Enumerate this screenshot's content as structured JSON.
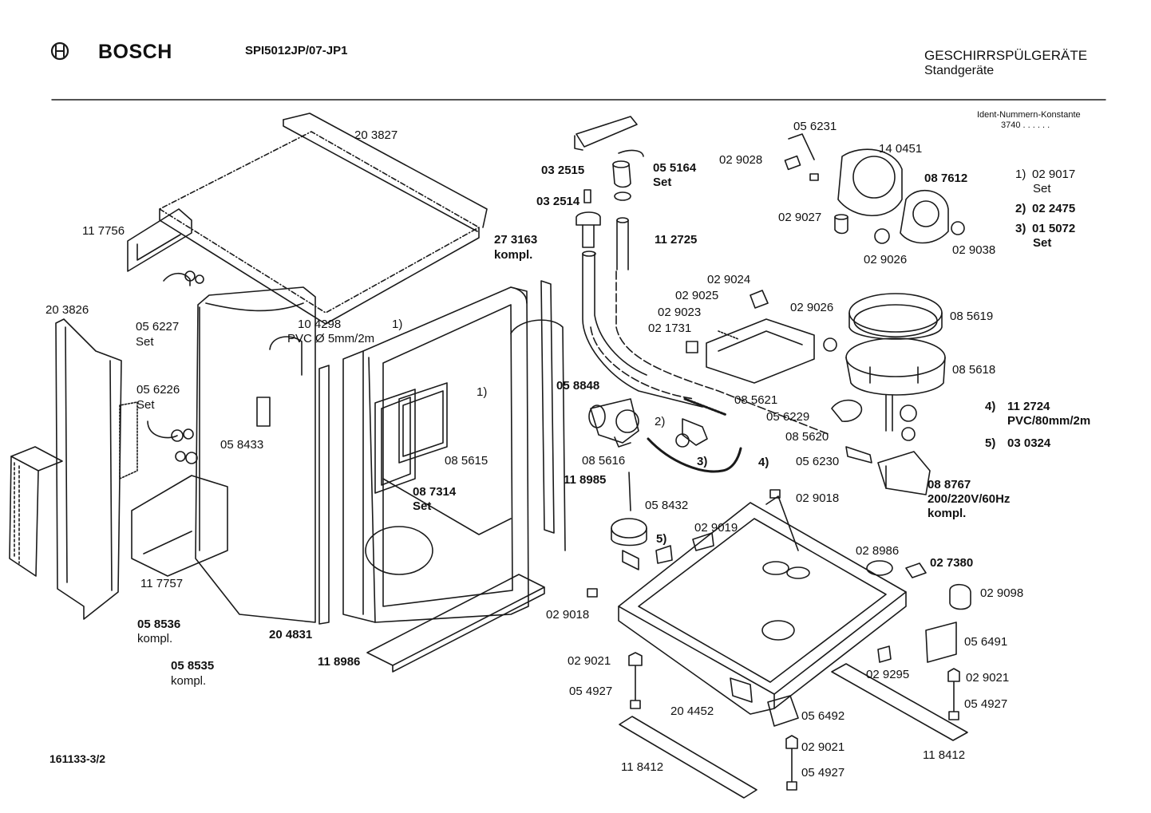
{
  "header": {
    "brand": "BOSCH",
    "model": "SPI5012JP/07-JP1",
    "category": "GESCHIRRSPÜLGERÄTE",
    "subcategory": "Standgeräte",
    "ident_label": "Ident-Nummern-Konstante",
    "ident_value": "3740  . .   . . . ."
  },
  "footer": {
    "doc_number": "161133-3/2"
  },
  "labels": {
    "l203827": "20 3827",
    "l117756": "11 7756",
    "l203826": "20 3826",
    "l056227": "05 6227",
    "l056227s": "Set",
    "l104298": "10 4298",
    "lpvc5": "PVC Ø 5mm/2m",
    "lref1a": "1)",
    "lref1b": "1)",
    "l056226": "05 6226",
    "l056226s": "Set",
    "l058433": "05 8433",
    "l085615": "08 5615",
    "l087314": "08 7314",
    "l087314s": "Set",
    "l117757": "11 7757",
    "l058536": "05 8536",
    "l058536k": "kompl.",
    "l058535": "05 8535",
    "l058535k": "kompl.",
    "l204831": "20 4831",
    "l118986": "11 8986",
    "l032515": "03 2515",
    "l032514": "03 2514",
    "l273163": "27 3163",
    "l273163k": "kompl.",
    "l055164": "05 5164",
    "l055164s": "Set",
    "l112725": "11 2725",
    "l058848": "05 8848",
    "l085616": "08 5616",
    "l118985": "11 8985",
    "l058432": "05 8432",
    "lref2": "2)",
    "lref3": "3)",
    "lref4": "4)",
    "lref5": "5)",
    "l029019": "02 9019",
    "l029018a": "02 9018",
    "l029018b": "02 9018",
    "l029021a": "02 9021",
    "l054927a": "05 4927",
    "l204452": "20 4452",
    "l118412a": "11 8412",
    "l029021b": "02 9021",
    "l054927b": "05 4927",
    "l056492": "05 6492",
    "l029295": "02 9295",
    "l029021c": "02 9021",
    "l054927c": "05 4927",
    "l118412b": "11 8412",
    "l056491": "05 6491",
    "l029098": "02 9098",
    "l028986": "02 8986",
    "l027380": "02 7380",
    "l088767": "08 8767",
    "l088767v": "200/220V/60Hz",
    "l088767k": "kompl.",
    "l056230": "05 6230",
    "l085620": "08 5620",
    "l056229": "05 6229",
    "l085621": "08 5621",
    "l021731": "02 1731",
    "l029023": "02 9023",
    "l029025": "02 9025",
    "l029024": "02 9024",
    "l029026a": "02 9026",
    "l029026b": "02 9026",
    "l085619": "08 5619",
    "l085618": "08 5618",
    "l056231": "05 6231",
    "l029028": "02 9028",
    "l140451": "14 0451",
    "l087612": "08 7612",
    "l029027": "02 9027",
    "l029038": "02 9038"
  },
  "legend": {
    "r1n": "1)",
    "r1v": "02 9017",
    "r1s": "Set",
    "r2n": "2)",
    "r2v": "02 2475",
    "r3n": "3)",
    "r3v": "01 5072",
    "r3s": "Set",
    "r4n": "4)",
    "r4v": "11 2724",
    "r4s": "PVC/80mm/2m",
    "r5n": "5)",
    "r5v": "03 0324"
  }
}
